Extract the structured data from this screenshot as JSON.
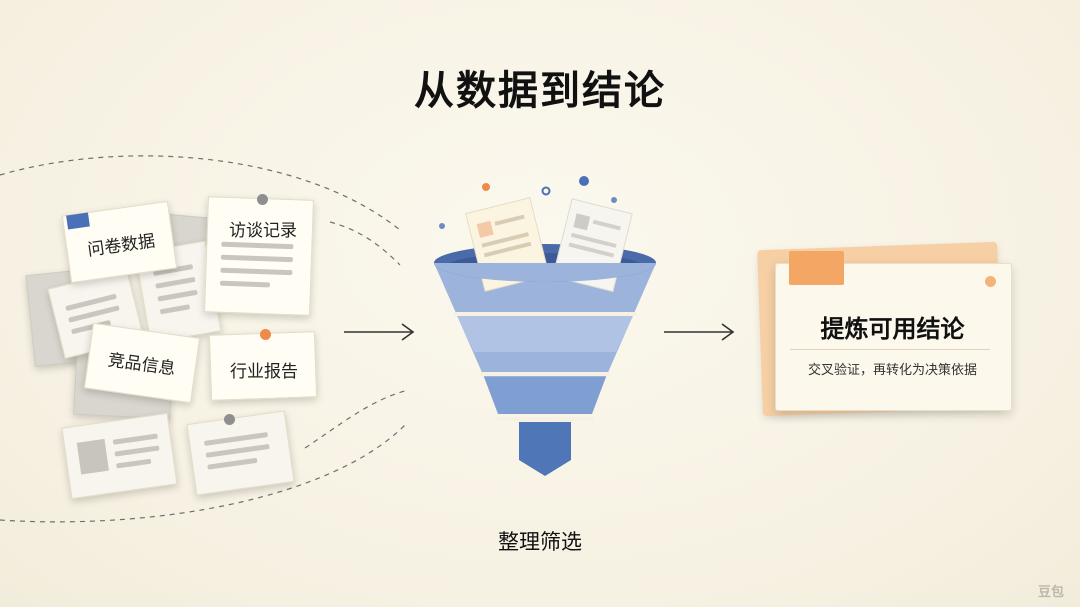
{
  "title": "从数据到结论",
  "sources": {
    "survey": "问卷数据",
    "interviews": "访谈记录",
    "competitor": "竞品信息",
    "industry": "行业报告"
  },
  "process": {
    "label": "整理筛选"
  },
  "result": {
    "title": "提炼可用结论",
    "subtitle": "交叉验证，再转化为决策依据"
  },
  "watermark": "豆包",
  "colors": {
    "funnel_top": "#4a6aa8",
    "funnel_body": "#9cb3dc",
    "funnel_spout": "#4f77b8",
    "accent_orange": "#f4a664",
    "accent_blue": "#4a70b8",
    "result_back": "#f6cfa5"
  }
}
